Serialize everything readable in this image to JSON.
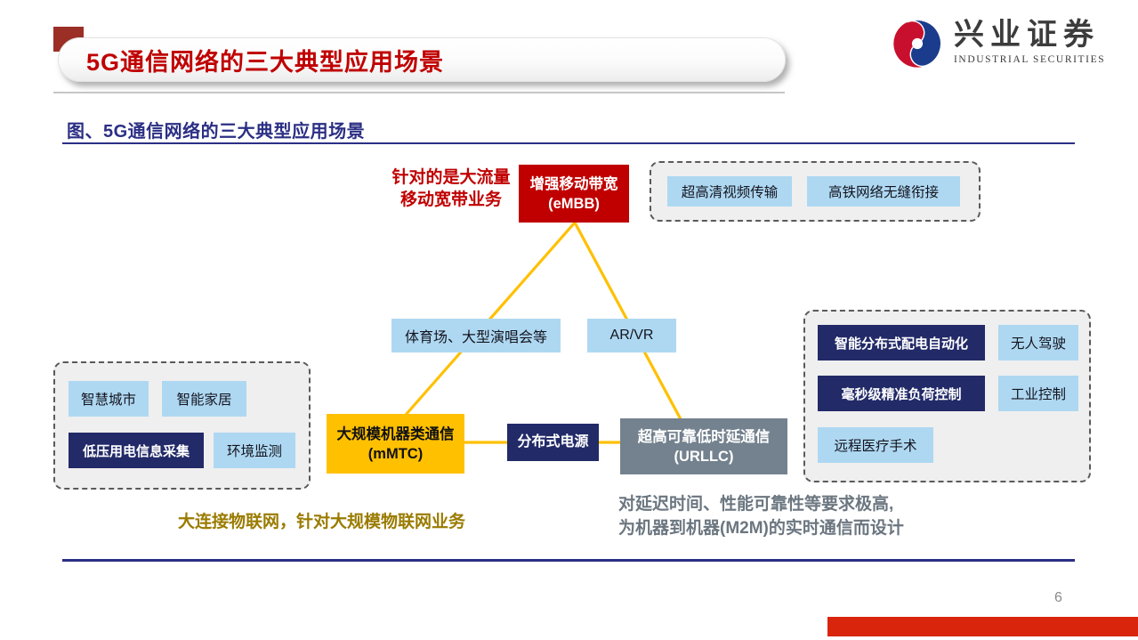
{
  "slide": {
    "title": "5G通信网络的三大典型应用场景",
    "figure_caption": "图、5G通信网络的三大典型应用场景",
    "page_number": "6"
  },
  "logo": {
    "name_cn": "兴业证券",
    "name_en": "INDUSTRIAL SECURITIES"
  },
  "scenarios": {
    "embb": {
      "title": "增强移动带宽",
      "abbr": "(eMBB)",
      "note": [
        "针对的是大流量",
        "移动宽带业务"
      ],
      "applications": [
        "超高清视频传输",
        "高铁网络无缝衔接"
      ]
    },
    "mmtc": {
      "title": "大规模机器类通信",
      "abbr": "(mMTC)",
      "note": "大连接物联网，针对大规模物联网业务",
      "applications": [
        "智慧城市",
        "智能家居",
        "低压用电信息采集",
        "环境监测"
      ]
    },
    "urllc": {
      "title": "超高可靠低时延通信",
      "abbr": "(URLLC)",
      "note": [
        "对延迟时间、性能可靠性等要求极高,",
        "为机器到机器(M2M)的实时通信而设计"
      ],
      "applications": [
        "智能分布式配电自动化",
        "无人驾驶",
        "毫秒级精准负荷控制",
        "工业控制",
        "远程医疗手术"
      ]
    },
    "edges": {
      "embb_mmtc": "体育场、大型演唱会等",
      "embb_urllc": "AR/VR",
      "mmtc_urllc": "分布式电源"
    }
  },
  "colors": {
    "accent_red": "#C00000",
    "navy": "#222A68",
    "gold": "#FFC000",
    "slate": "#74828F",
    "light_blue": "#AED8F2",
    "heading_navy": "#2B2F84",
    "edge_yellow": "#FFC000",
    "footer_bar_red": "#D8250C"
  }
}
